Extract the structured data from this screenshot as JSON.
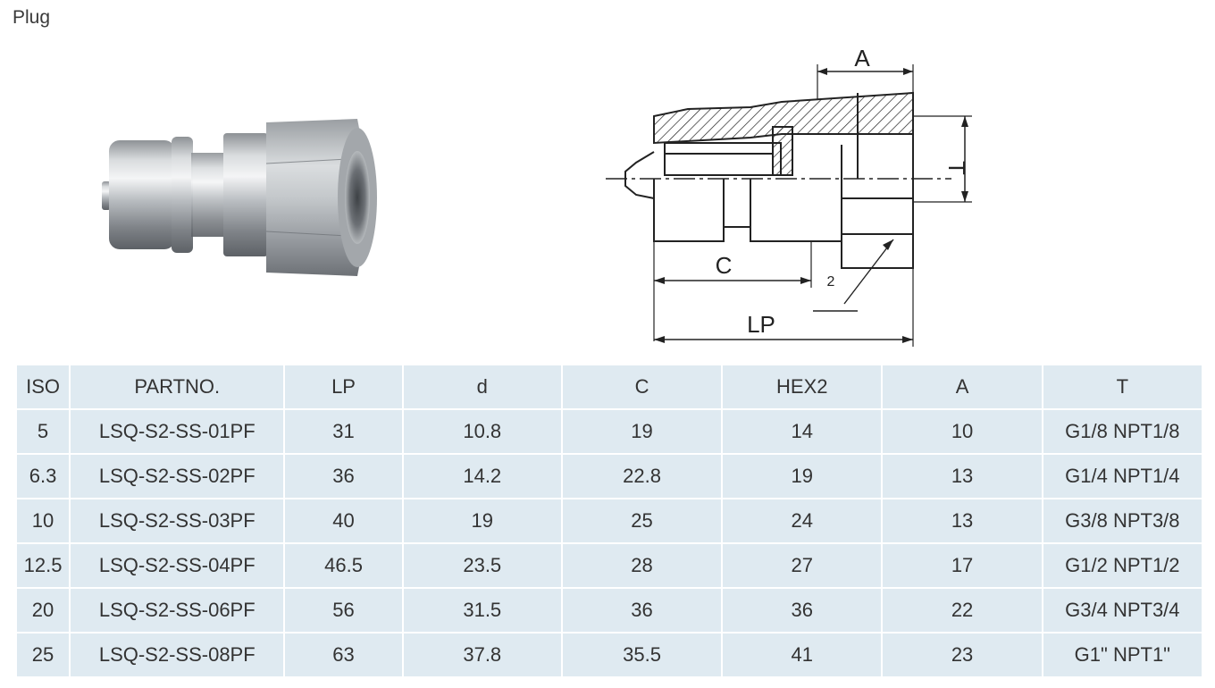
{
  "title": "Plug",
  "drawing_labels": {
    "a": "A",
    "t": "T",
    "c": "C",
    "lp": "LP",
    "hex": "2"
  },
  "table": {
    "headers": [
      "ISO",
      "PARTNO.",
      "LP",
      "d",
      "C",
      "HEX2",
      "A",
      "T"
    ],
    "rows": [
      [
        "5",
        "LSQ-S2-SS-01PF",
        "31",
        "10.8",
        "19",
        "14",
        "10",
        "G1/8 NPT1/8"
      ],
      [
        "6.3",
        "LSQ-S2-SS-02PF",
        "36",
        "14.2",
        "22.8",
        "19",
        "13",
        "G1/4 NPT1/4"
      ],
      [
        "10",
        "LSQ-S2-SS-03PF",
        "40",
        "19",
        "25",
        "24",
        "13",
        "G3/8 NPT3/8"
      ],
      [
        "12.5",
        "LSQ-S2-SS-04PF",
        "46.5",
        "23.5",
        "28",
        "27",
        "17",
        "G1/2 NPT1/2"
      ],
      [
        "20",
        "LSQ-S2-SS-06PF",
        "56",
        "31.5",
        "36",
        "36",
        "22",
        "G3/4 NPT3/4"
      ],
      [
        "25",
        "LSQ-S2-SS-08PF",
        "63",
        "37.8",
        "35.5",
        "41",
        "23",
        "G1\" NPT1\""
      ]
    ]
  },
  "colors": {
    "table_cell": "#dfeaf1",
    "text": "#333333"
  }
}
